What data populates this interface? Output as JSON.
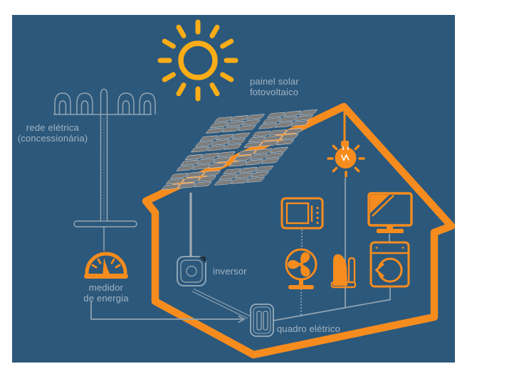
{
  "scene": {
    "title": "solar photovoltaic system diagram",
    "labels": {
      "grid": {
        "line1": "rede elétrica",
        "line2": "(concessionária)"
      },
      "panel": {
        "line1": "painel solar",
        "line2": "fotovoltaico"
      },
      "meter": {
        "line1": "medidor",
        "line2": "de energia"
      },
      "inverter": "inversor",
      "panel_board": "quadro elétrico"
    },
    "icons": [
      "sun-icon",
      "power-grid-icon",
      "energy-meter-icon",
      "solar-panel",
      "house-outline",
      "light-bulb-icon",
      "microwave-icon",
      "tv-icon",
      "fan-icon",
      "iron-icon",
      "washing-machine-icon",
      "inverter-icon",
      "electrical-panel-icon"
    ],
    "colors": {
      "background_blue": "#2c587b",
      "house_orange": "#f78c1e",
      "sun_yellow": "#fbad18",
      "wire_gray": "#93a6b4",
      "label_gray": "#a3b5c3",
      "cell_gray": "#7d7d7d",
      "page_white": "#ffffff"
    }
  }
}
